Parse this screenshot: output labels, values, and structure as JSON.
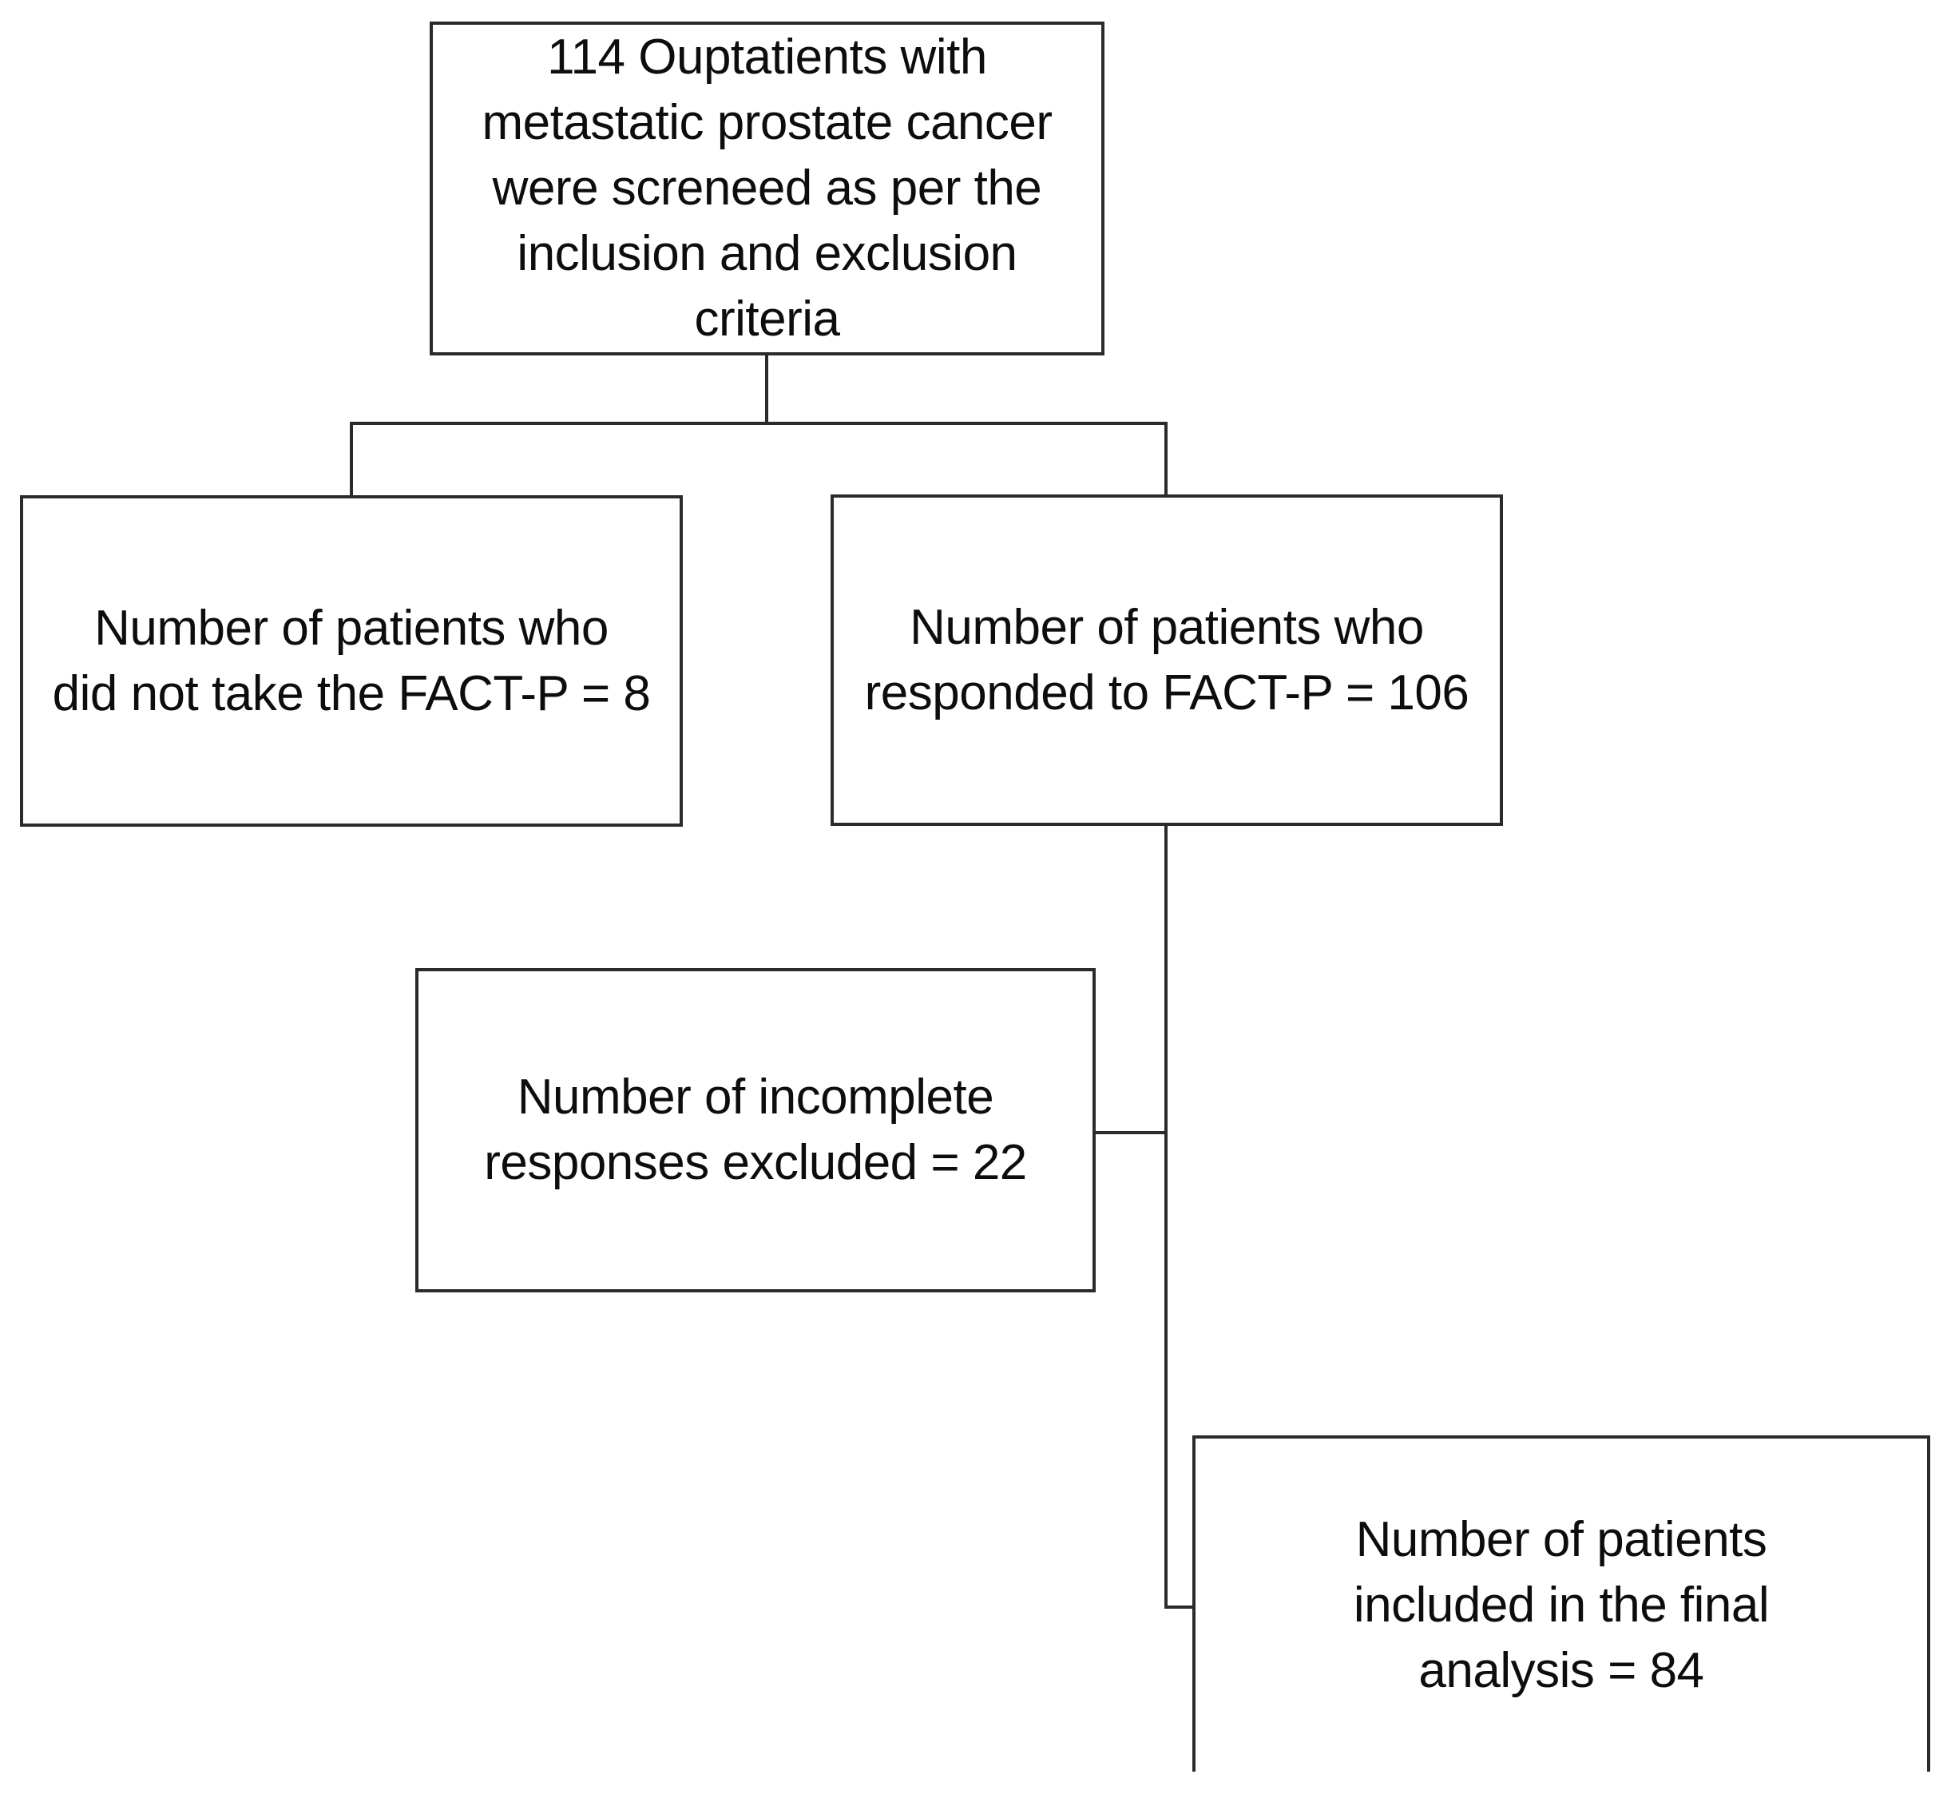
{
  "figure": {
    "type": "flowchart",
    "background_color": "#ffffff",
    "border_color": "#2b2b2b",
    "text_color": "#0d0d0d",
    "nodes": {
      "screened": {
        "label": "114 Ouptatients with\nmetastatic prostate cancer\nwere screneed as per the\ninclusion and exclusion\ncriteria",
        "count": 114
      },
      "not_taken": {
        "label": "Number of patients who\ndid not take the FACT-P = 8",
        "count": 8
      },
      "responded": {
        "label": "Number of patients who\nresponded to FACT-P = 106",
        "count": 106
      },
      "excluded": {
        "label": "Number of incomplete\nresponses excluded = 22",
        "count": 22
      },
      "final": {
        "label": "Number of patients\nincluded in the final\nanalysis = 84",
        "count": 84
      }
    },
    "edges": [
      {
        "from": "screened",
        "to": "not_taken"
      },
      {
        "from": "screened",
        "to": "responded"
      },
      {
        "from": "responded",
        "to": "excluded"
      },
      {
        "from": "responded",
        "to": "final"
      }
    ]
  }
}
